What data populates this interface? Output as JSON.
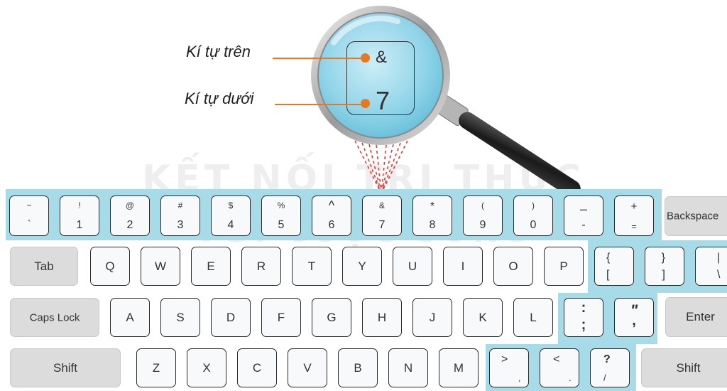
{
  "watermark": {
    "line1": "KẾT NỐI TRI THỨC",
    "line2": "VỚI CUỘC SỐNG"
  },
  "callout": {
    "upper_label": "Kí tự trên",
    "lower_label": "Kí tự dưới",
    "key_upper": "&",
    "key_lower": "7"
  },
  "colors": {
    "highlight": "#a8dbe8",
    "callout": "#e87722",
    "modifier_key": "#dcdcdc"
  },
  "keyboard": {
    "row1": [
      {
        "up": "~",
        "dn": "`"
      },
      {
        "up": "!",
        "dn": "1"
      },
      {
        "up": "@",
        "dn": "2"
      },
      {
        "up": "#",
        "dn": "3"
      },
      {
        "up": "$",
        "dn": "4"
      },
      {
        "up": "%",
        "dn": "5"
      },
      {
        "up": "^",
        "dn": "6"
      },
      {
        "up": "&",
        "dn": "7"
      },
      {
        "up": "*",
        "dn": "8"
      },
      {
        "up": "(",
        "dn": "9"
      },
      {
        "up": ")",
        "dn": "0"
      },
      {
        "up": "–",
        "dn": "-"
      },
      {
        "up": "+",
        "dn": "="
      }
    ],
    "backspace": "Backspace",
    "tab": "Tab",
    "row2": [
      "Q",
      "W",
      "E",
      "R",
      "T",
      "Y",
      "U",
      "I",
      "O",
      "P"
    ],
    "row2_brackets": [
      {
        "up": "{",
        "dn": "["
      },
      {
        "up": "}",
        "dn": "]"
      },
      {
        "up": "|",
        "dn": "\\"
      }
    ],
    "caps": "Caps Lock",
    "row3": [
      "A",
      "S",
      "D",
      "F",
      "G",
      "H",
      "J",
      "K",
      "L"
    ],
    "row3_punct": [
      {
        "up": ":",
        "dn": ";"
      },
      {
        "up": "\"",
        "dn": ","
      }
    ],
    "enter": "Enter",
    "shift_left": "Shift",
    "row4": [
      "Z",
      "X",
      "C",
      "V",
      "B",
      "N",
      "M"
    ],
    "row4_punct": [
      {
        "up": ">",
        "dn": ","
      },
      {
        "up": "<",
        "dn": "."
      },
      {
        "up": "?",
        "dn": "/"
      }
    ],
    "shift_right": "Shift"
  }
}
